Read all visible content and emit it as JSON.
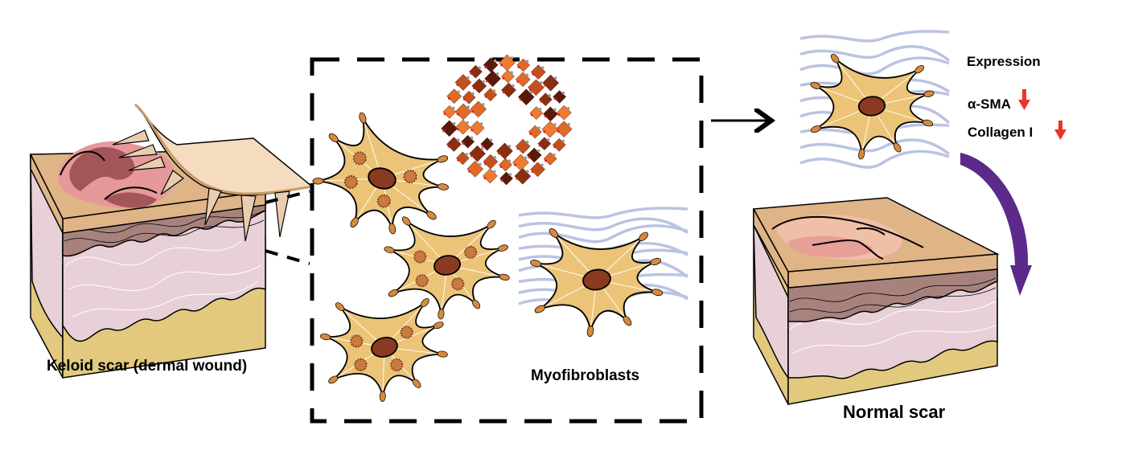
{
  "figure": {
    "type": "schematic",
    "colors": {
      "epidermis": "#dfb487",
      "epidermis_light": "#f5dcc0",
      "dermal_mesh": "#a7827c",
      "dermis": "#e8d0d8",
      "subcutis": "#e2c97e",
      "wound_dark": "#a4555a",
      "wound_light": "#e6989a",
      "cell_body": "#ecc478",
      "cell_nucleus": "#8b3a22",
      "cell_tip": "#d88a3a",
      "collagen_fiber": "#b4bde0",
      "mof_orange": "#e06a28",
      "mof_dark": "#5a1a0a",
      "down_arrow": "#e8352b",
      "curved_arrow": "#5b2a8a",
      "outline": "#000000"
    }
  },
  "panels": {
    "keloid": {
      "label": "Keloid scar (dermal wound)"
    },
    "zoom_box": {
      "label": "Myofibroblasts"
    },
    "treated": {
      "expression_title": "Expression",
      "markers": [
        {
          "name": "α-SMA",
          "direction": "down"
        },
        {
          "name": "Collagen I",
          "direction": "down"
        }
      ]
    },
    "normal": {
      "label": "Normal scar"
    }
  }
}
